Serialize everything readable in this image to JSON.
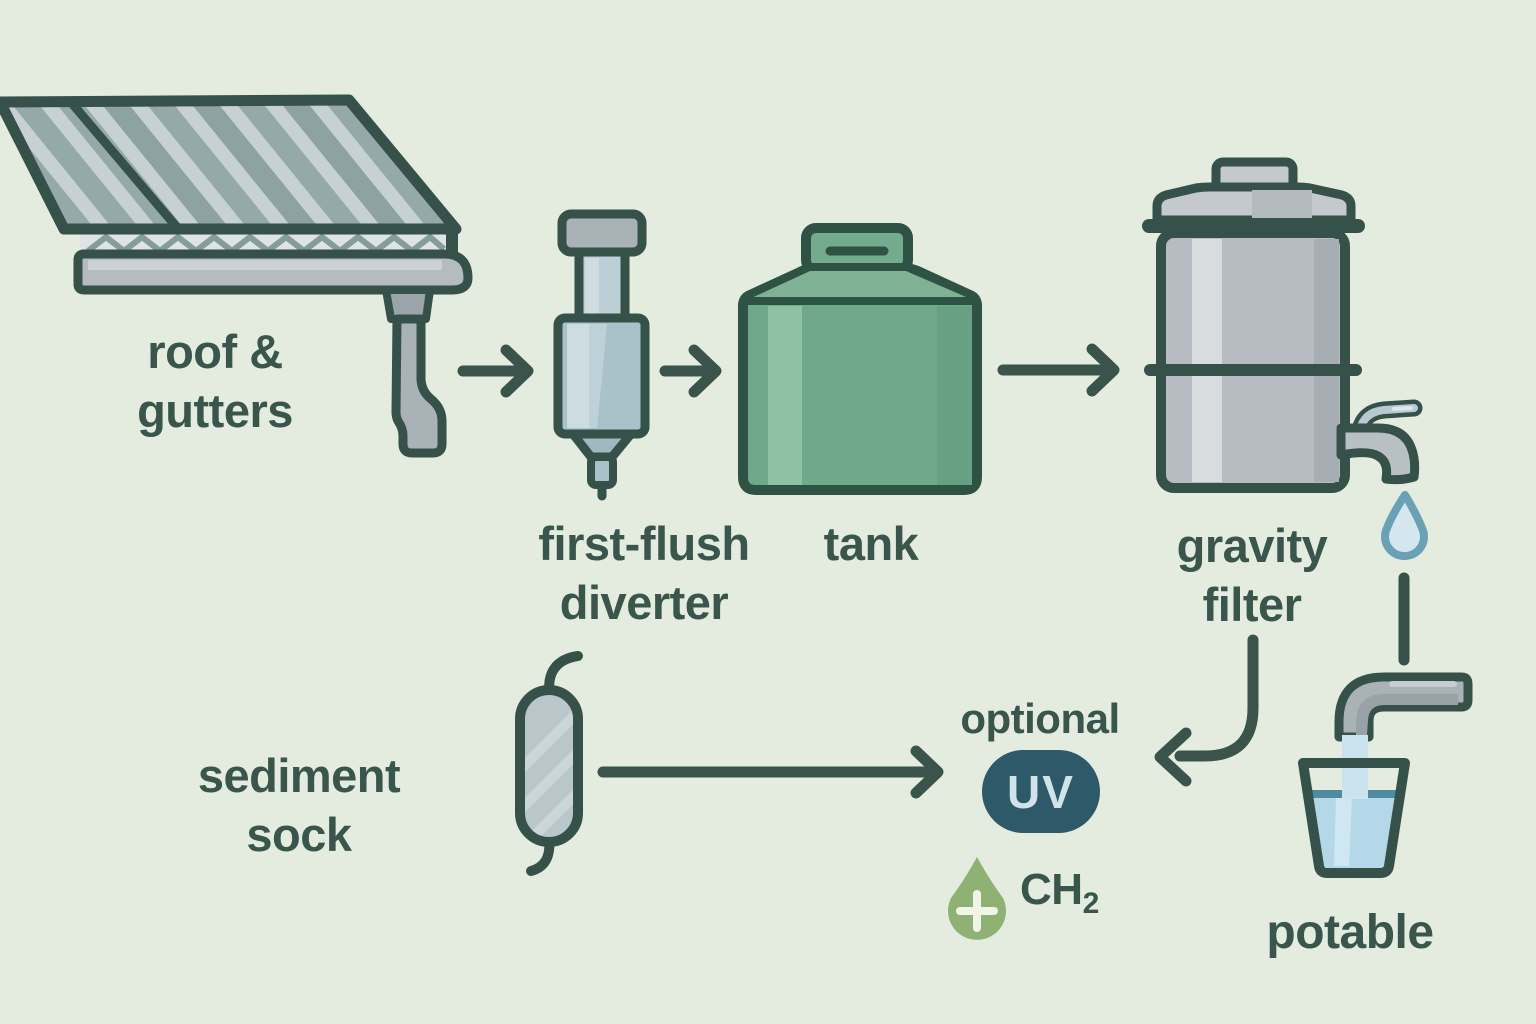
{
  "title": "rainwater harvesting flow diagram",
  "colors": {
    "background": "#e3ecdf",
    "outline": "#35514a",
    "text": "#3a564c",
    "arrow": "#3a544b",
    "tank_green": "#6fa88b",
    "metal_gray": "#b6bcc1",
    "steel_blue": "#a9c2ca",
    "water_blue": "#b5d8e8",
    "droplet_stroke": "#6ba1b4",
    "uv_pill": "#2e5968",
    "uv_text": "#d0e2ea",
    "chlorine_green": "#8fb173"
  },
  "nodes": {
    "roof": {
      "label": [
        "roof &",
        "gutters"
      ]
    },
    "diverter": {
      "label": [
        "first-flush",
        "diverter"
      ]
    },
    "tank": {
      "label": [
        "tank"
      ]
    },
    "filter": {
      "label": [
        "gravity",
        "filter"
      ]
    },
    "sock": {
      "label": [
        "sediment",
        "sock"
      ]
    },
    "uv": {
      "qualifier": "optional",
      "badge": "UV"
    },
    "chlorine": {
      "formula_main": "CH",
      "formula_sub": "2"
    },
    "potable": {
      "label": [
        "potable"
      ]
    }
  },
  "icons": {
    "roof": "roof-gutters-icon",
    "diverter": "first-flush-diverter-icon",
    "tank": "tank-icon",
    "filter": "gravity-filter-icon",
    "sock": "sediment-sock-icon",
    "uv": "uv-badge",
    "chlorine": "chlorine-drop-icon",
    "droplet": "water-drop-icon",
    "faucet": "faucet-icon",
    "glass": "potable-glass-icon"
  },
  "flows": [
    {
      "from": "roof-gutters",
      "to": "first-flush-diverter"
    },
    {
      "from": "first-flush-diverter",
      "to": "tank"
    },
    {
      "from": "tank",
      "to": "gravity-filter"
    },
    {
      "from": "sediment-sock",
      "to": "uv"
    },
    {
      "from": "gravity-filter",
      "to": "uv"
    },
    {
      "from": "gravity-filter",
      "to": "potable"
    }
  ]
}
